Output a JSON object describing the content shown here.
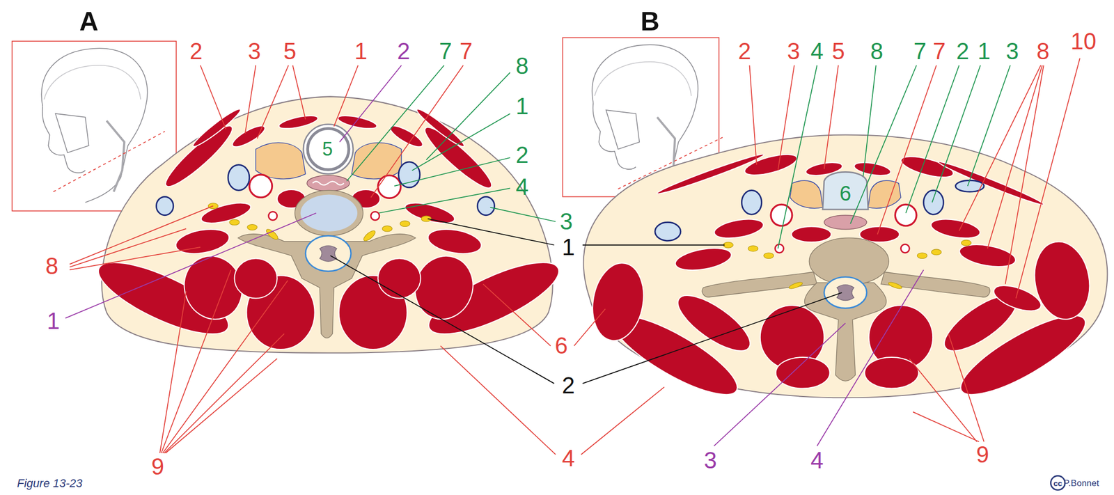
{
  "diagram": {
    "caption": "Figure 13-23",
    "labels": [
      "A",
      "2",
      "3",
      "5",
      "1",
      "2",
      "7",
      "7",
      "8",
      "1",
      "2",
      "4",
      "3",
      "5",
      "8",
      "1",
      "9",
      "6",
      "1",
      "2",
      "4",
      "B",
      "2",
      "3",
      "4",
      "5",
      "8",
      "7",
      "7",
      "2",
      "1",
      "3",
      "8",
      "10",
      "6",
      "3",
      "4",
      "9",
      "cc",
      "P.Bonnet"
    ]
  }
}
